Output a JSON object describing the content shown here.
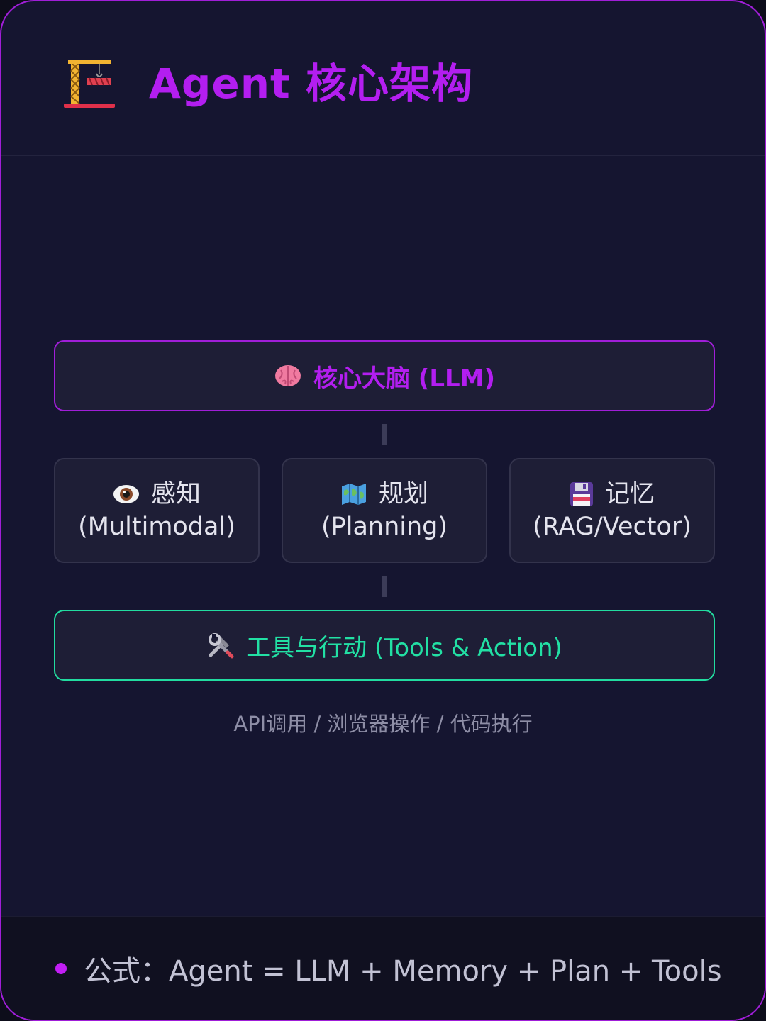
{
  "header": {
    "icon": "construction-crane-icon",
    "title": "Agent 核心架构"
  },
  "diagram": {
    "core": {
      "icon": "brain-icon",
      "label": "核心大脑 (LLM)"
    },
    "modules": [
      {
        "icon": "eye-icon",
        "title": "感知",
        "subtitle": "(Multimodal)"
      },
      {
        "icon": "map-icon",
        "title": "规划",
        "subtitle": "(Planning)"
      },
      {
        "icon": "floppy-disk-icon",
        "title": "记忆",
        "subtitle": "(RAG/Vector)"
      }
    ],
    "tools": {
      "icon": "hammer-wrench-icon",
      "label": "工具与行动 (Tools & Action)"
    },
    "caption": "API调用 / 浏览器操作 / 代码执行"
  },
  "footer": {
    "formula": "公式：Agent = LLM + Memory + Plan + Tools"
  },
  "colors": {
    "accent_purple": "#b31ef0",
    "accent_green": "#22e0a4",
    "background": "#151530"
  }
}
